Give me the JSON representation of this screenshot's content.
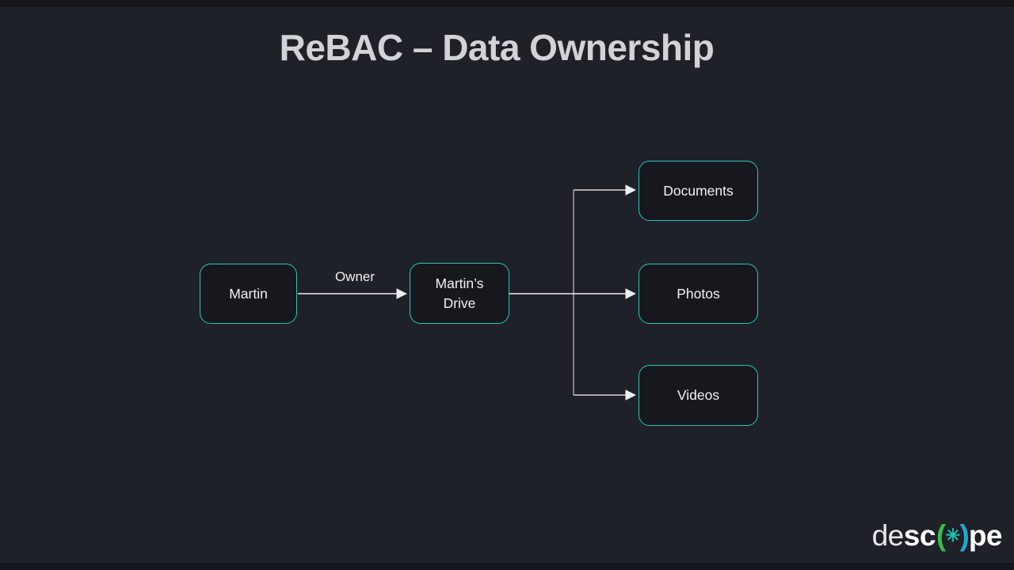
{
  "title": "ReBAC – Data Ownership",
  "diagram": {
    "nodes": {
      "martin": {
        "label": "Martin"
      },
      "drive": {
        "label": "Martin’s\nDrive"
      },
      "documents": {
        "label": "Documents"
      },
      "photos": {
        "label": "Photos"
      },
      "videos": {
        "label": "Videos"
      }
    },
    "edges": {
      "owner_label": "Owner"
    },
    "colors": {
      "background": "#1e2127",
      "node_fill": "#16181d",
      "node_border": "#2cc5ba",
      "node_text": "#f2f2f2",
      "title_text": "#d2d3d6",
      "arrow_main": "#eeeeee",
      "branch_line": "#d8d8d8",
      "trunk_line": "#9e9e9e"
    }
  },
  "logo": {
    "de": "de",
    "sc": "sc",
    "paren_left": "(",
    "asterisk": "✳",
    "paren_right": ")",
    "pe": "pe"
  }
}
